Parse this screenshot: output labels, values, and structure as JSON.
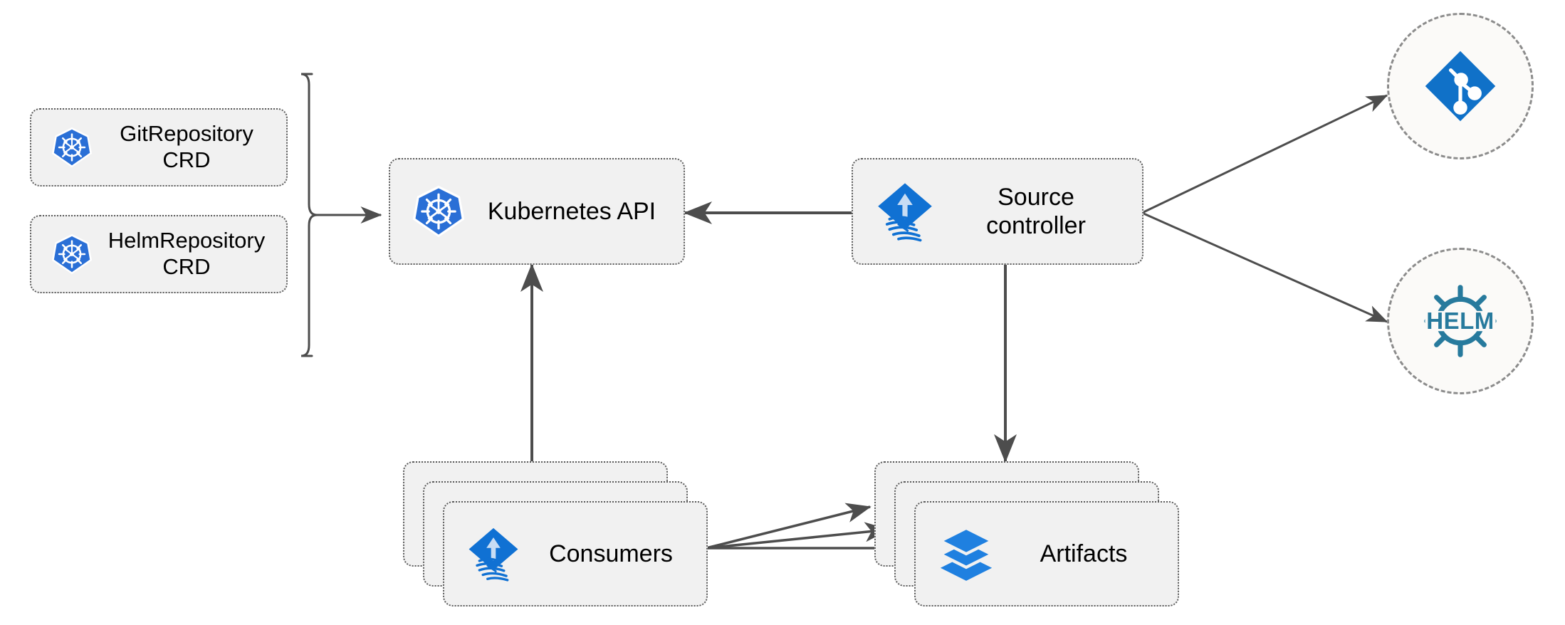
{
  "diagram": {
    "title": "Flux source-controller architecture",
    "background": "#ffffff",
    "box_fill": "#f1f1f1",
    "box_border": "#5a5a5a",
    "circle_fill": "#fbfaf8",
    "circle_border": "#8c8c8c",
    "edge_color": "#4d4d4d",
    "kubernetes_blue": "#2a6fd6",
    "flux_blue": "#1071d3",
    "git_blue": "#1071c8",
    "helm_teal": "#277a9d",
    "layers_blue": "#1f80e0"
  },
  "nodes": {
    "git_repository_crd": {
      "label": "GitRepository\nCRD",
      "icon": "kubernetes-icon"
    },
    "helm_repository_crd": {
      "label": "HelmRepository\nCRD",
      "icon": "kubernetes-icon"
    },
    "kubernetes_api": {
      "label": "Kubernetes API",
      "icon": "kubernetes-icon"
    },
    "source_controller": {
      "label": "Source\ncontroller",
      "icon": "flux-icon"
    },
    "consumers": {
      "label": "Consumers",
      "icon": "flux-icon",
      "stack_count": 3
    },
    "artifacts": {
      "label": "Artifacts",
      "icon": "layers-icon",
      "stack_count": 3
    },
    "git_source": {
      "label": "",
      "icon": "git-icon"
    },
    "helm_source": {
      "label": "HELM",
      "icon": "helm-icon"
    }
  },
  "edges": [
    {
      "name": "crds-to-kubernetes-api",
      "from": "crd-bracket",
      "to": "kubernetes_api",
      "style": "solid",
      "arrow": "end"
    },
    {
      "name": "source-controller-to-kubernetes-api",
      "from": "source_controller",
      "to": "kubernetes_api",
      "style": "solid",
      "arrow": "end"
    },
    {
      "name": "source-controller-to-git",
      "from": "source_controller",
      "to": "git_source",
      "style": "solid",
      "arrow": "end"
    },
    {
      "name": "source-controller-to-helm",
      "from": "source_controller",
      "to": "helm_source",
      "style": "solid",
      "arrow": "end"
    },
    {
      "name": "source-controller-to-artifacts",
      "from": "source_controller",
      "to": "artifacts",
      "style": "solid",
      "arrow": "end"
    },
    {
      "name": "consumers-to-kubernetes-api",
      "from": "consumers",
      "to": "kubernetes_api",
      "style": "solid",
      "arrow": "end"
    },
    {
      "name": "consumers-to-artifacts-1",
      "from": "consumers",
      "to": "artifacts",
      "style": "solid",
      "arrow": "end"
    },
    {
      "name": "consumers-to-artifacts-2",
      "from": "consumers",
      "to": "artifacts",
      "style": "solid",
      "arrow": "end"
    },
    {
      "name": "consumers-to-artifacts-3",
      "from": "consumers",
      "to": "artifacts",
      "style": "solid",
      "arrow": "end"
    }
  ]
}
